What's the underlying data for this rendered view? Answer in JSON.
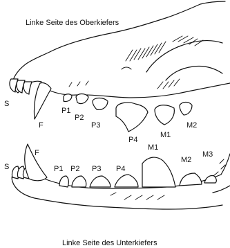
{
  "captions": {
    "upper": "Linke Seite des Oberkiefers",
    "lower": "Linke Seite des Unterkiefers"
  },
  "upper_labels": {
    "S": "S",
    "F": "F",
    "P1": "P1",
    "P2": "P2",
    "P3": "P3",
    "P4": "P4",
    "M1": "M1",
    "M2": "M2"
  },
  "lower_labels": {
    "S": "S",
    "F": "F",
    "P1": "P1",
    "P2": "P2",
    "P3": "P3",
    "P4": "P4",
    "M1": "M1",
    "M2": "M2",
    "M3": "M3"
  }
}
